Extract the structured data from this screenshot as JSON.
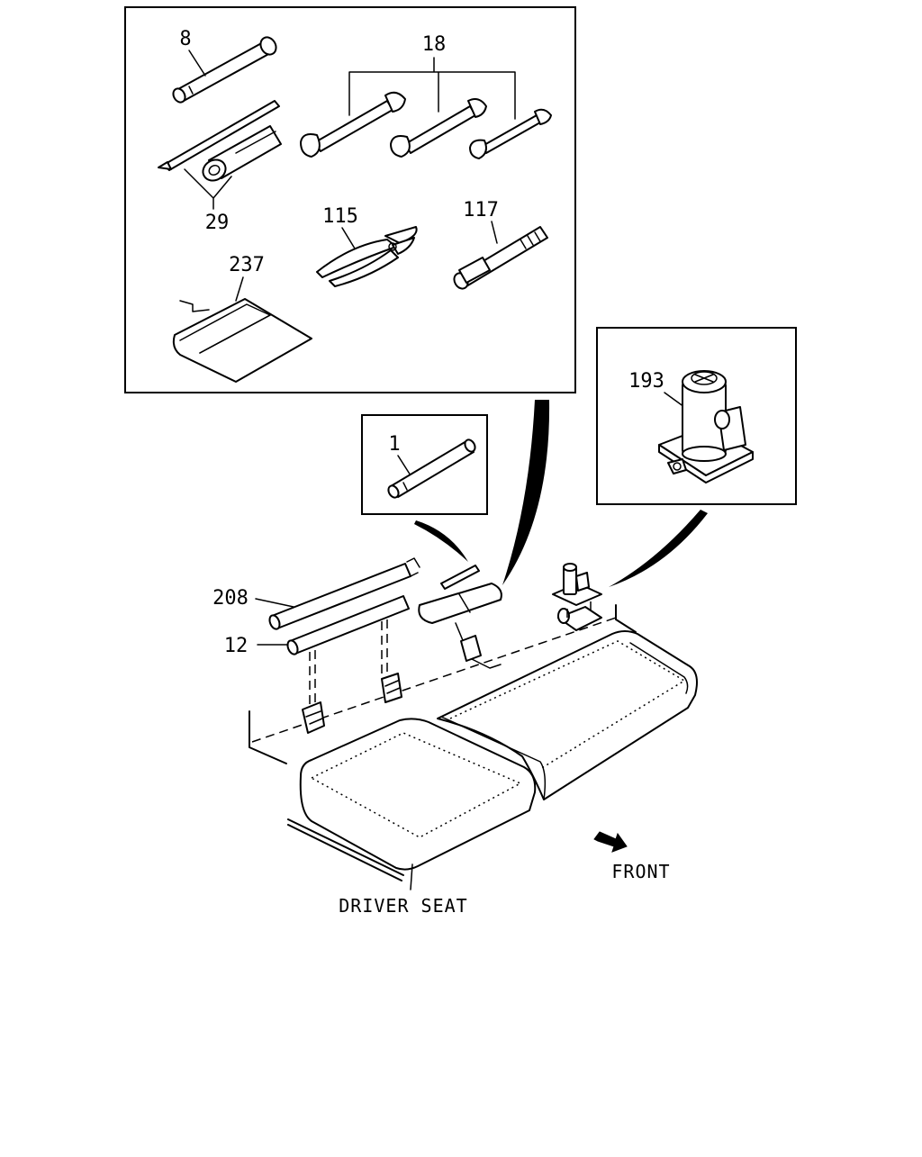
{
  "labels": {
    "p8": "8",
    "p18": "18",
    "p29": "29",
    "p115": "115",
    "p117": "117",
    "p237": "237",
    "p193": "193",
    "p1": "1",
    "p208": "208",
    "p12": "12"
  },
  "captions": {
    "front": "FRONT",
    "driver_seat": "DRIVER SEAT"
  }
}
